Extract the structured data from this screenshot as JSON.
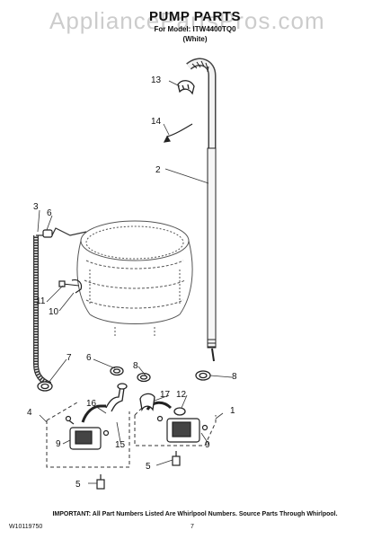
{
  "watermark": "AppliancePartsPros.com",
  "header": {
    "title": "PUMP PARTS",
    "model_line": "For Model: ITW4400TQ0",
    "color": "(White)"
  },
  "callouts": [
    "1",
    "2",
    "3",
    "4",
    "5",
    "5",
    "6",
    "6",
    "7",
    "8",
    "8",
    "9",
    "9",
    "10",
    "11",
    "12",
    "13",
    "14",
    "15",
    "16",
    "17"
  ],
  "footer": {
    "note": "IMPORTANT: All Part Numbers Listed Are Whirlpool Numbers. Source Parts Through Whirlpool.",
    "doc_number": "W10119750",
    "page_number": "7"
  }
}
